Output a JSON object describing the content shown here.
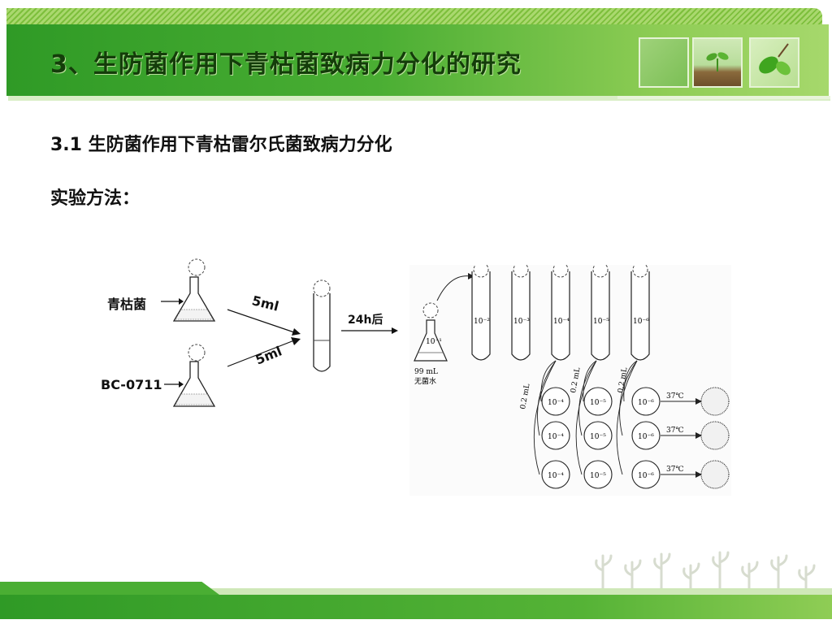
{
  "header": {
    "title": "3、生防菌作用下青枯菌致病力分化的研究"
  },
  "section": {
    "subtitle": "3.1 生防菌作用下青枯雷尔氏菌致病力分化",
    "method_label": "实验方法："
  },
  "diagram": {
    "left_labels": {
      "pathogen": "青枯菌",
      "strain": "BC-0711"
    },
    "volume_top": "5ml",
    "volume_bottom": "5ml",
    "incubation": "24h后",
    "dilution_flask_label": "10⁻¹",
    "water_line1": "99 mL",
    "water_line2": "无菌水",
    "tube_labels": [
      "10⁻²",
      "10⁻³",
      "10⁻⁴",
      "10⁻⁵",
      "10⁻⁶"
    ],
    "transfer_volume": "0.2 mL",
    "plate_rows": [
      {
        "labels": [
          "10⁻⁴",
          "10⁻⁵",
          "10⁻⁶"
        ],
        "temp": "37℃"
      },
      {
        "labels": [
          "10⁻⁴",
          "10⁻⁵",
          "10⁻⁶"
        ],
        "temp": "37℃"
      },
      {
        "labels": [
          "10⁻⁴",
          "10⁻⁵",
          "10⁻⁶"
        ],
        "temp": "37℃"
      }
    ]
  }
}
